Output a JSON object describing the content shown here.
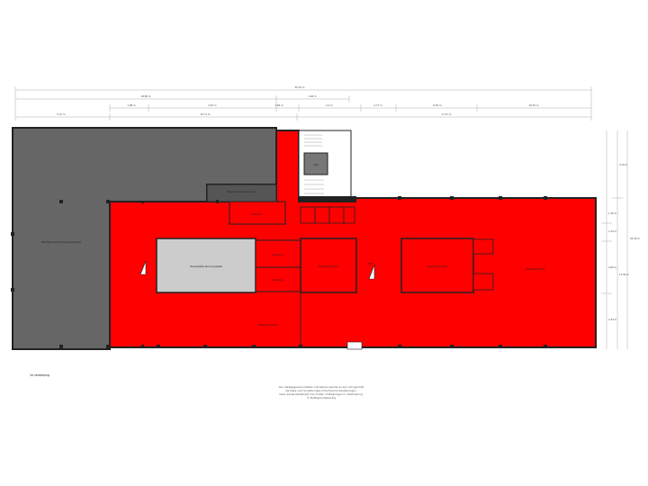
{
  "diagram": {
    "floor_label": "1e verdieping",
    "colors": {
      "wall": "#222222",
      "red_area": "#ff0000",
      "grey_area": "#666666",
      "light_grey_room": "#cccccc",
      "white_room": "#ffffff",
      "dim_line": "#aaaaaa"
    },
    "dimensions": {
      "top_total": "35.32 m",
      "top_row2_left": "18.88 m",
      "top_row2_right": "1.98 m",
      "row3": [
        "1.88 m",
        "4.67 m",
        "4.09 m",
        "0.3 m",
        "2.77 m",
        "6.55 m",
        "10.35 m"
      ],
      "row4": [
        "5.27 m",
        "10.71 m",
        "17.47 m"
      ],
      "right_outer": "20.36 m",
      "right_mid": [
        "4.79 m",
        "15.56 m"
      ],
      "right_inner": [
        "1.45 m",
        "3.12 m",
        "4.06 m",
        "4.34 m"
      ]
    },
    "rooms": {
      "grey_left": "Bedrijfsruimte (niet geschikt)",
      "vide": "vide",
      "top_room": "Bergruimte/techniek",
      "small_top": "Kantoor",
      "centre_grey": "Overdekte binnenplaats",
      "r1": "Kantoor",
      "r2": "Kantoor",
      "r3": "Bedrijfsruimte",
      "r4": "WC",
      "r5": "Bedrijfsruimte",
      "r6": "Bedrijfsruimte",
      "main": "Bedrijfsruimte"
    },
    "disclaimer": [
      "Alle maatgegevens hebben indicatieve waarde en zijn niet geschikt",
      "als basis voor bouwkundige of technische berekeningen.",
      "Geen aansprakelijkheid voor fouten of afwijkingen in maatvoering.",
      "© Plattegrondtekening"
    ]
  }
}
